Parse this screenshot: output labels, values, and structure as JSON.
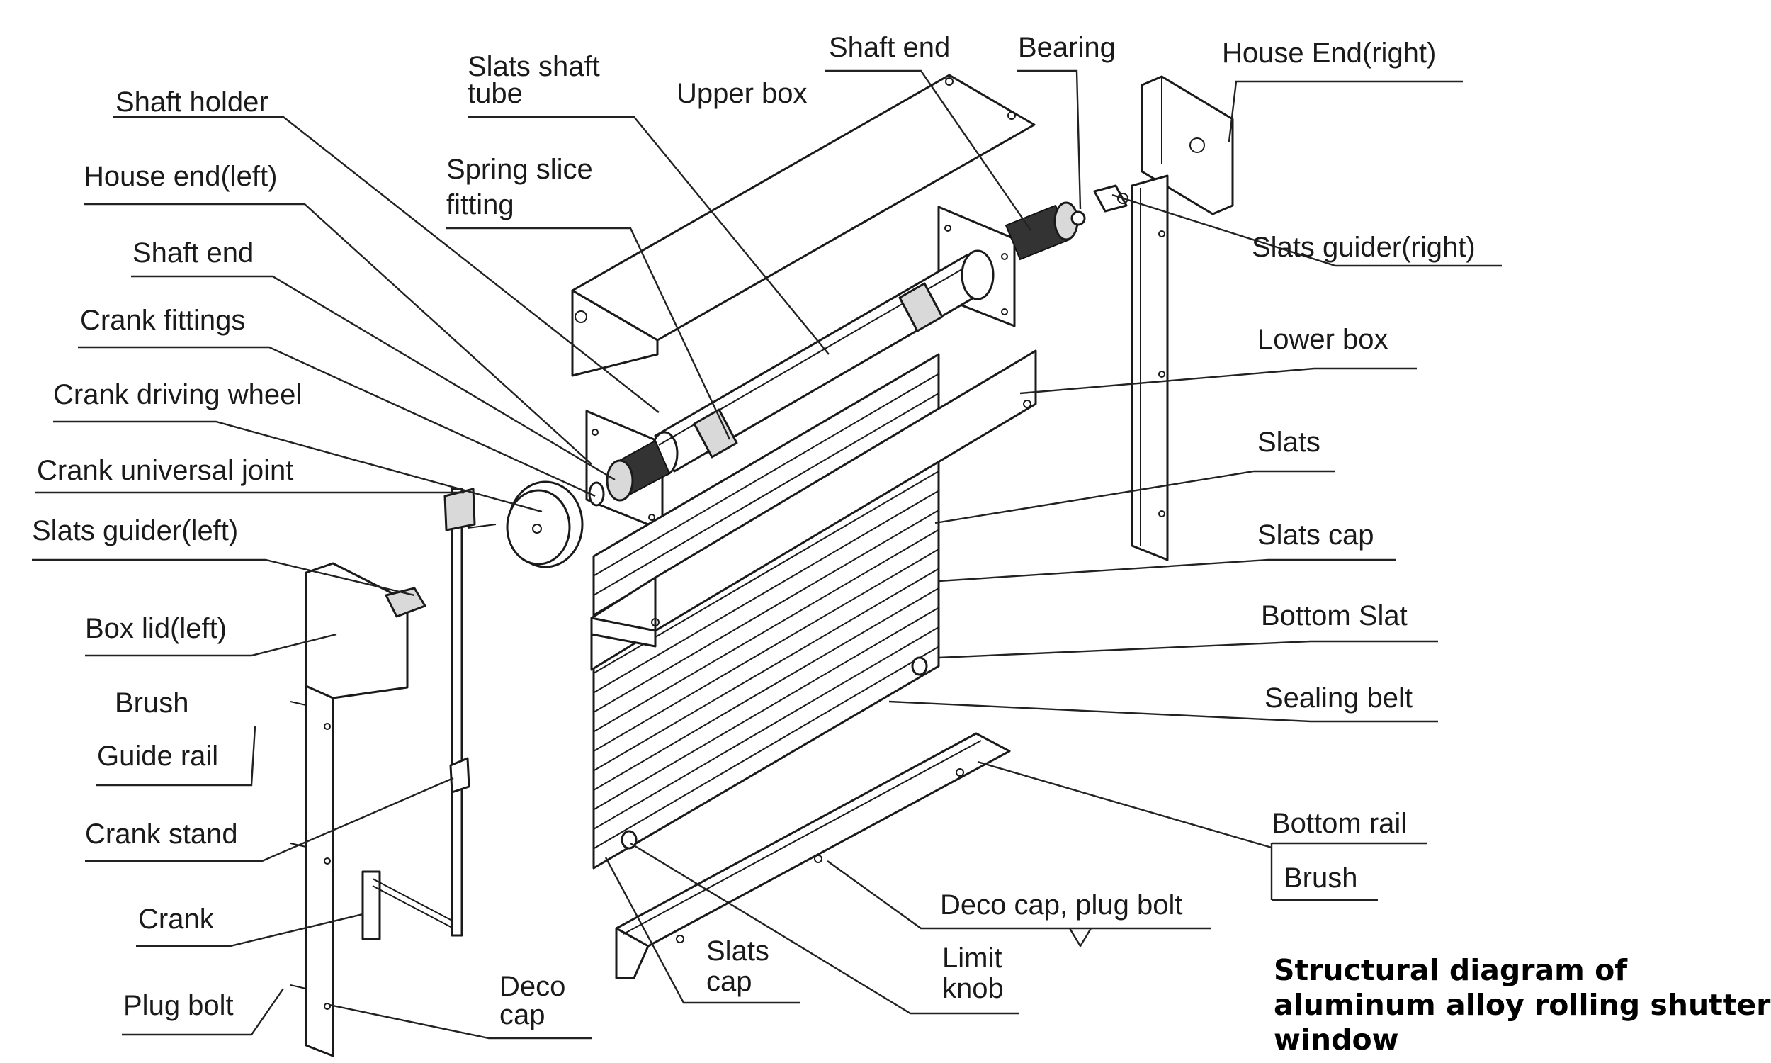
{
  "title_lines": [
    "Structural diagram of",
    "aluminum alloy rolling shutter",
    "window"
  ],
  "labels": {
    "shaft_holder": "Shaft holder",
    "house_end_left": "House end(left)",
    "shaft_end_left": "Shaft end",
    "crank_fittings": "Crank fittings",
    "crank_driving_wheel": "Crank driving wheel",
    "crank_universal_joint": "Crank universal  joint",
    "slats_guider_left": "Slats guider(left)",
    "box_lid_left": "Box lid(left)",
    "brush_left": "Brush",
    "guide_rail": "Guide rail",
    "crank_stand": "Crank stand",
    "crank": "Crank",
    "plug_bolt": "Plug bolt",
    "deco_cap_1": "Deco",
    "deco_cap_2": "cap",
    "slats_cap_bottom_1": "Slats",
    "slats_cap_bottom_2": "cap",
    "limit_knob_1": "Limit",
    "limit_knob_2": "knob",
    "deco_cap_plug_bolt": "Deco cap, plug bolt",
    "slats_shaft_tube_1": "Slats shaft",
    "slats_shaft_tube_2": "tube",
    "upper_box": "Upper box",
    "spring_slice_fitting_1": "Spring slice",
    "spring_slice_fitting_2": "fitting",
    "shaft_end_right": "Shaft end",
    "bearing": "Bearing",
    "house_end_right": "House End(right)",
    "slats_guider_right": "Slats guider(right)",
    "lower_box": "Lower box",
    "slats": "Slats",
    "slats_cap_right": "Slats cap",
    "bottom_slat": "Bottom Slat",
    "sealing_belt": "Sealing belt",
    "bottom_rail": "Bottom rail",
    "brush_right": "Brush"
  }
}
